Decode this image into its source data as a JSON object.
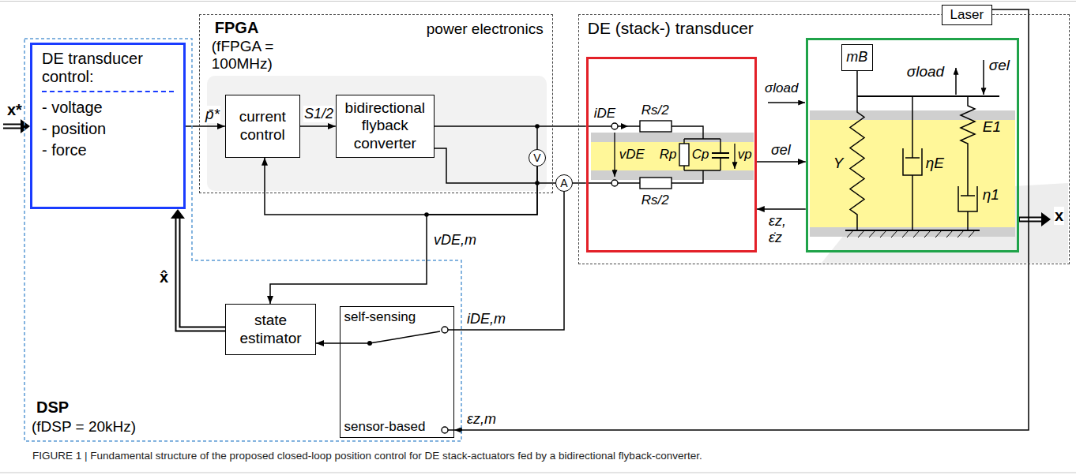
{
  "diagram": {
    "caption": "FIGURE 1 | Fundamental structure of the proposed closed-loop position control for DE stack-actuators fed by a bidirectional flyback-converter.",
    "nodes": [
      {
        "text": [
          "DSP",
          "(fDSP = 20kHz)"
        ]
      },
      {
        "text": [
          "DE transducer control:",
          "- voltage",
          "- position",
          "- force"
        ],
        "in": 0
      },
      {
        "text": [
          "state estimator"
        ],
        "in": 0
      },
      {
        "text": [
          "self-sensing",
          "sensor-based"
        ],
        "in": 0
      },
      {
        "text": [
          "FPGA",
          "(fFPGA = 100MHz)",
          "power electronics"
        ]
      },
      {
        "text": [
          "current control"
        ],
        "in": 4
      },
      {
        "text": [
          "bidirectional flyback converter"
        ],
        "in": 4
      },
      {
        "text": [
          "V"
        ],
        "in": 4
      },
      {
        "text": [
          "A"
        ]
      },
      {
        "text": [
          "DE (stack-) transducer"
        ]
      },
      {
        "text": [
          "iDE",
          "Rs/2",
          "vDE",
          "Rp",
          "Cp",
          "vp",
          "Rs/2"
        ],
        "in": 9
      },
      {
        "text": [
          "σload",
          "σel",
          "Y",
          "ηE",
          "E1",
          "η1"
        ],
        "in": 9
      },
      {
        "text": [
          "mB"
        ],
        "in": 11
      },
      {
        "text": [
          "Laser"
        ],
        "in": 9
      }
    ],
    "edges": [
      {
        "from": 1,
        "to": 5,
        "label": "p̄*",
        "arrow": "to"
      },
      {
        "from": 5,
        "to": 6,
        "label": "S1/2",
        "arrow": "to"
      },
      {
        "from": 6,
        "to": 10,
        "arrow": "none"
      },
      {
        "from": 6,
        "to": 8,
        "arrow": "none"
      },
      {
        "from": 8,
        "to": 10,
        "arrow": "none"
      },
      {
        "from": 7,
        "to": 5,
        "arrow": "to"
      },
      {
        "from": 7,
        "to": 2,
        "label": "vDE,m",
        "arrow": "to"
      },
      {
        "from": 8,
        "to": 3,
        "label": "iDE,m",
        "arrow": "none"
      },
      {
        "from": 13,
        "to": 3,
        "label": "εz,m",
        "arrow": "to"
      },
      {
        "from": 3,
        "to": 2,
        "arrow": "to"
      },
      {
        "from": 2,
        "to": 1,
        "label": "x̂",
        "arrow": "to"
      },
      {
        "from": 10,
        "to": 11,
        "label": "σel",
        "arrow": "to"
      },
      {
        "from": 11,
        "to": 10,
        "label": "εz, ε̇z",
        "arrow": "to"
      }
    ],
    "labels": [
      "x*",
      "σload",
      "x"
    ]
  }
}
